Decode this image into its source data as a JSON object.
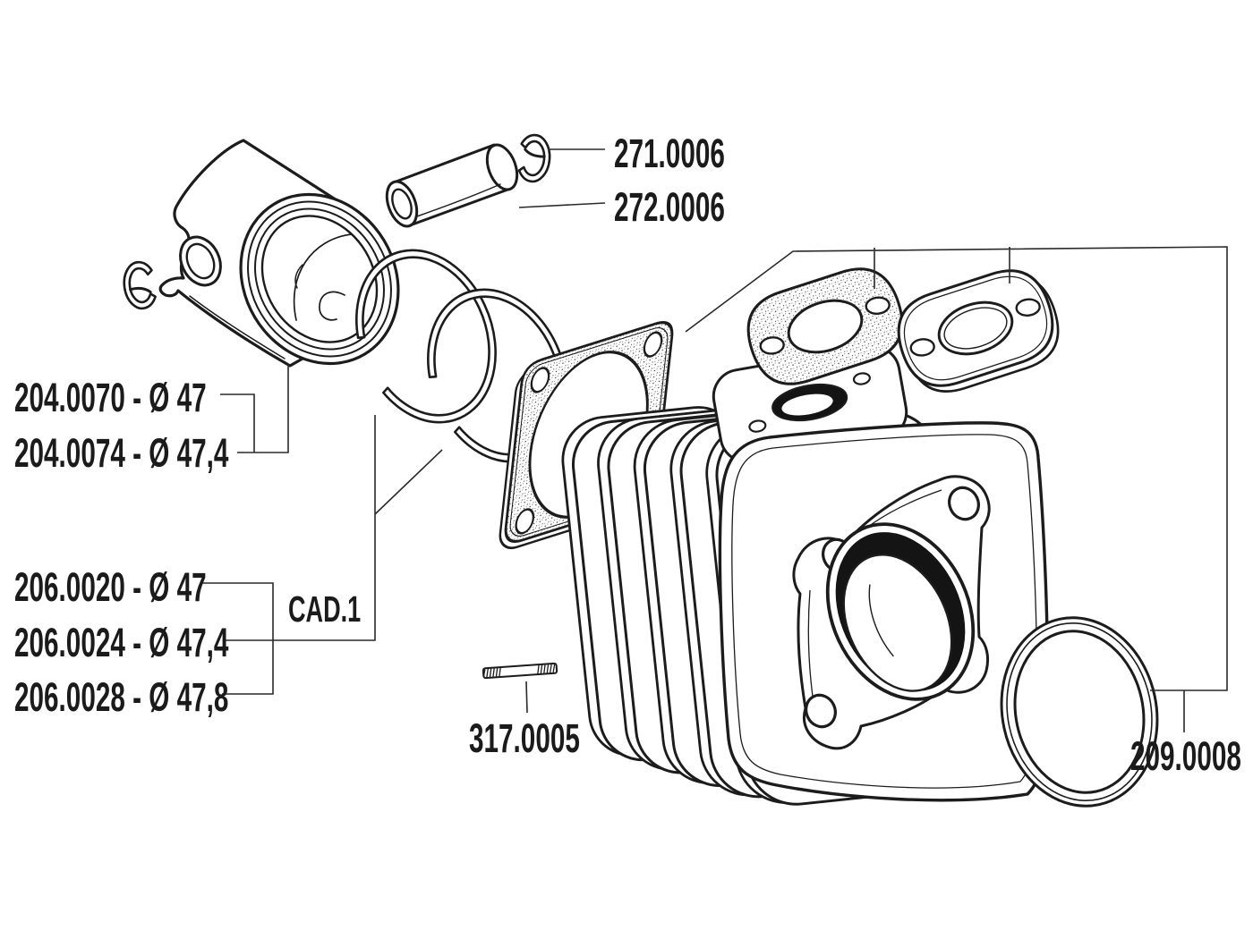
{
  "diagram": {
    "title": "cylinder-kit-exploded-parts-diagram",
    "colors": {
      "background": "#ffffff",
      "ink": "#1c1c1c",
      "leader_line": "#2a2a2a"
    },
    "labels": {
      "pin_clip": "271.0006",
      "pin": "272.0006",
      "piston_d47": "204.0070 - Ø 47",
      "piston_d474": "204.0074 - Ø 47,4",
      "rings_d47": "206.0020 - Ø 47",
      "rings_d474": "206.0024 - Ø 47,4",
      "rings_d478": "206.0028 - Ø 47,8",
      "cad_note": "CAD.1",
      "stud": "317.0005",
      "gasket_set": "209.0008"
    }
  }
}
